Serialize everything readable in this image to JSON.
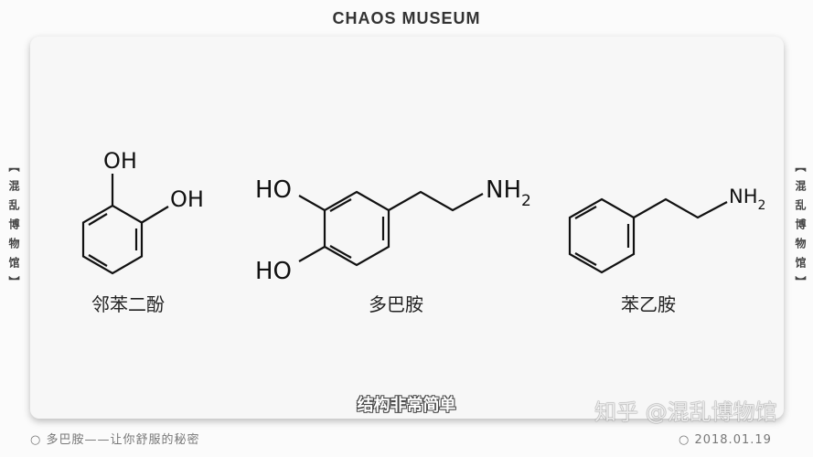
{
  "header": {
    "title": "CHAOS MUSEUM"
  },
  "side_label": "【混乱博物馆】",
  "molecules": [
    {
      "name": "邻苯二酚",
      "groups": [
        "OH",
        "OH"
      ]
    },
    {
      "name": "多巴胺",
      "groups": [
        "HO",
        "HO",
        "NH",
        "2"
      ]
    },
    {
      "name": "苯乙胺",
      "groups": [
        "NH",
        "2"
      ]
    }
  ],
  "subtitle": "结构非常简单",
  "footer": {
    "left": "○ 多巴胺——让你舒服的秘密",
    "right": "○ 2018.01.19"
  },
  "watermark": "知乎 @混乱博物馆"
}
